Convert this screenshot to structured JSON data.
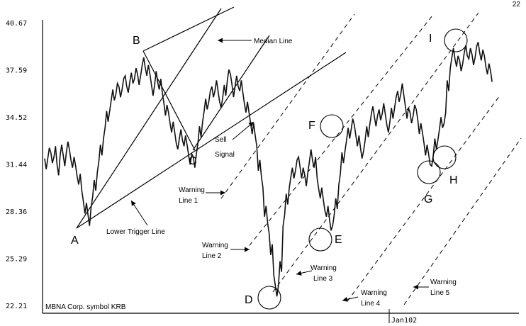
{
  "page_number": "22",
  "chart_data": {
    "type": "line",
    "title": "",
    "source_caption": "MBNA Corp. symbol KRB",
    "y_ticks": [
      "40.67",
      "37.59",
      "34.52",
      "31.44",
      "28.36",
      "25.29",
      "22.21"
    ],
    "x_ticks": [
      "Jan102"
    ],
    "ylim": [
      22.21,
      40.67
    ],
    "grid": false,
    "series": [
      {
        "values": [
          31.5,
          32.2,
          31.9,
          32.3,
          31.1,
          32.4,
          31.7,
          32.6,
          32.1,
          31.6,
          31.0,
          30.5,
          29.4,
          28.6,
          27.8,
          29.0,
          30.1,
          31.3,
          32.4,
          33.5,
          34.6,
          35.3,
          36.0,
          36.4,
          36.2,
          36.7,
          36.9,
          36.5,
          37.1,
          37.4,
          37.0,
          37.6,
          38.1,
          37.6,
          37.0,
          36.3,
          37.2,
          36.7,
          35.8,
          35.0,
          34.5,
          33.9,
          33.2,
          32.8,
          33.4,
          33.0,
          32.4,
          31.8,
          31.6,
          32.5,
          33.6,
          34.6,
          35.4,
          35.9,
          36.2,
          36.6,
          35.9,
          35.5,
          36.3,
          37.3,
          37.0,
          36.2,
          36.9,
          36.6,
          35.8,
          35.2,
          34.5,
          33.8,
          33.0,
          31.4,
          30.3,
          28.4,
          27.3,
          25.9,
          23.9,
          23.2,
          24.8,
          27.8,
          29.2,
          30.3,
          30.9,
          31.4,
          31.6,
          30.9,
          30.4,
          31.3,
          32.1,
          31.6,
          30.2,
          29.6,
          28.8,
          28.4,
          27.5,
          27.8,
          28.9,
          30.5,
          31.9,
          32.7,
          33.5,
          34.1,
          33.7,
          33.0,
          32.2,
          32.7,
          33.6,
          34.4,
          34.9,
          34.3,
          34.7,
          35.1,
          34.4,
          33.9,
          34.8,
          35.5,
          35.9,
          36.4,
          35.6,
          34.8,
          34.5,
          35.0,
          34.7,
          33.8,
          33.2,
          32.4,
          31.8,
          31.7,
          32.8,
          33.4,
          34.2,
          34.5,
          36.6,
          38.1,
          38.7,
          38.2,
          37.9,
          38.4,
          38.9,
          38.7,
          38.3,
          38.8,
          39.1,
          38.6,
          38.2,
          37.7,
          37.2
        ],
        "color": "#111111"
      }
    ],
    "pivot_points": [
      {
        "label": "A",
        "value": 27.3
      },
      {
        "label": "B",
        "value": 38.4
      },
      {
        "label": "C",
        "value": 31.7
      },
      {
        "label": "D",
        "value": 22.9
      },
      {
        "label": "E",
        "value": 27.0
      },
      {
        "label": "F",
        "value": 33.9
      },
      {
        "label": "G",
        "value": 30.8
      },
      {
        "label": "H",
        "value": 31.6
      },
      {
        "label": "I",
        "value": 39.3
      }
    ],
    "annotations": [
      {
        "id": "median",
        "text": "Median Line"
      },
      {
        "id": "trigger",
        "text": "Lower Trigger Line"
      },
      {
        "id": "sell1",
        "text": "Sell"
      },
      {
        "id": "sell2",
        "text": "Signal"
      },
      {
        "id": "w1a",
        "text": "Warning"
      },
      {
        "id": "w1b",
        "text": "Line 1"
      },
      {
        "id": "w2a",
        "text": "Warning"
      },
      {
        "id": "w2b",
        "text": "Line 2"
      },
      {
        "id": "w3a",
        "text": "Warning"
      },
      {
        "id": "w3b",
        "text": "Line 3"
      },
      {
        "id": "w4a",
        "text": "Warning"
      },
      {
        "id": "w4b",
        "text": "Line 4"
      },
      {
        "id": "w5a",
        "text": "Warning"
      },
      {
        "id": "w5b",
        "text": "Line 5"
      }
    ]
  }
}
